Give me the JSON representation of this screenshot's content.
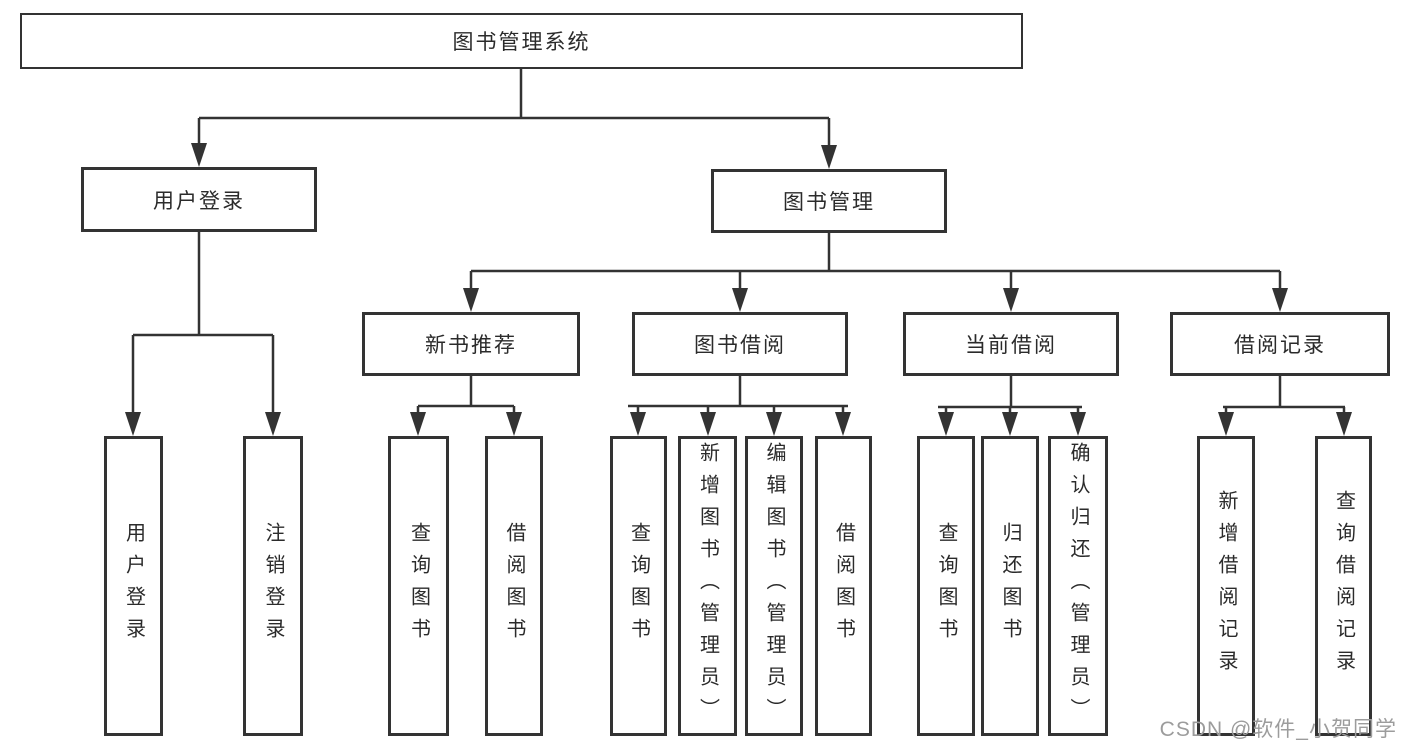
{
  "tree": {
    "label": "图书管理系统",
    "children": [
      {
        "label": "用户登录",
        "children": [
          {
            "label": "用户登录"
          },
          {
            "label": "注销登录"
          }
        ]
      },
      {
        "label": "图书管理",
        "children": [
          {
            "label": "新书推荐",
            "children": [
              {
                "label": "查询图书"
              },
              {
                "label": "借阅图书"
              }
            ]
          },
          {
            "label": "图书借阅",
            "children": [
              {
                "label": "查询图书"
              },
              {
                "label": "新增图书（管理员）"
              },
              {
                "label": "编辑图书（管理员）"
              },
              {
                "label": "借阅图书"
              }
            ]
          },
          {
            "label": "当前借阅",
            "children": [
              {
                "label": "查询图书"
              },
              {
                "label": "归还图书"
              },
              {
                "label": "确认归还（管理员）"
              }
            ]
          },
          {
            "label": "借阅记录",
            "children": [
              {
                "label": "新增借阅记录"
              },
              {
                "label": "查询借阅记录"
              }
            ]
          }
        ]
      }
    ]
  },
  "watermark": {
    "text": "CSDN @软件_小贺同学"
  },
  "colors": {
    "line": "#333333",
    "box_border": "#333333",
    "text": "#2b2b2b",
    "watermark": "#9c9c9c",
    "background": "#ffffff"
  }
}
